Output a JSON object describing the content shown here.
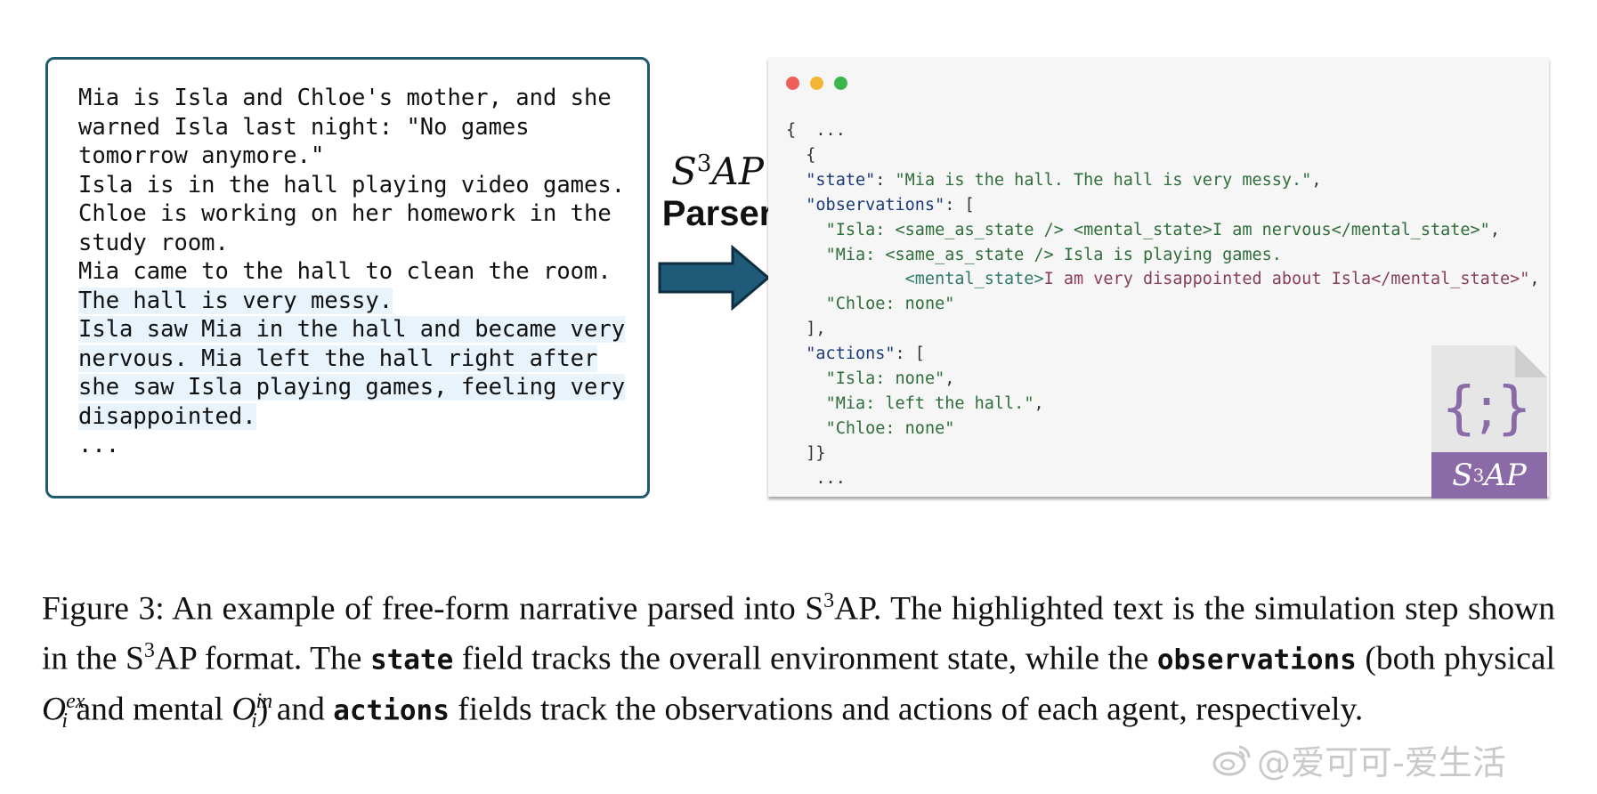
{
  "narrative": {
    "lines": [
      "Mia is Isla and Chloe's mother, and she",
      "warned Isla last night: \"No games",
      "tomorrow anymore.\"",
      "Isla is in the hall playing video games.",
      "Chloe is working on her homework in the",
      "study room.",
      "Mia came to the hall to clean the room.",
      "The hall is very messy.",
      "Isla saw Mia in the hall and became very",
      "nervous. Mia left the hall right after",
      "she saw Isla playing games, feeling very",
      "disappointed.",
      "..."
    ],
    "highlight_color": "#e8f3fb",
    "border_color": "#1f5a6e"
  },
  "parser": {
    "title": "S",
    "title_sup": "3",
    "title_rest": "AP",
    "label": "Parser",
    "arrow_color": "#1f5a78"
  },
  "code_window": {
    "dot_colors": [
      "#ee5f5b",
      "#f3b632",
      "#3cb54a"
    ],
    "lines": {
      "l1": "{  ...",
      "l2": "  {",
      "state_key": "\"state\"",
      "state_val": "\"Mia is the hall. The hall is very messy.\"",
      "obs_key": "\"observations\"",
      "obs_open": ": [",
      "obs_isla_a": "\"Isla: <same_as_state /> <mental_state>",
      "obs_isla_b": "I am nervous",
      "obs_isla_c": "</mental_state>\"",
      "obs_mia_a": "\"Mia: <same_as_state /> Isla is playing games.",
      "obs_mia_tag_open": "<mental_state>",
      "obs_mia_text": "I am very disappointed about Isla",
      "obs_mia_tag_close": "</mental_state>\"",
      "obs_chloe": "\"Chloe: none\"",
      "obs_close": "  ],",
      "act_key": "\"actions\"",
      "act_open": ": [",
      "act_isla": "\"Isla: none\"",
      "act_mia": "\"Mia: left the hall.\"",
      "act_chloe": "\"Chloe: none\"",
      "act_close": "  ]}",
      "end": "   ..."
    }
  },
  "file_icon": {
    "symbol": "{;}",
    "label": "S",
    "label_sup": "3",
    "label_rest": "AP",
    "page_color": "#e6e6e6",
    "symbol_color": "#8b6aa8",
    "band_color": "#8b6aa8"
  },
  "caption": {
    "p1": "Figure 3: An example of free-form narrative parsed into S",
    "p1_sup": "3",
    "p2": "AP. The highlighted text is the simulation step shown in the S",
    "p2_sup": "3",
    "p3": "AP format. The ",
    "state": "state",
    "p4": " field tracks the overall environment state, while the ",
    "observations": "observations",
    "p5": " (both physical ",
    "o": "O",
    "ex_sub": "i",
    "ex_sup": "ex",
    "p6": " and mental ",
    "in_sub": "i",
    "in_sup": "in",
    "p7": ") and ",
    "actions": "actions",
    "p8": " fields track the observations and actions of each agent, respectively."
  },
  "watermark": {
    "text": "@爱可可-爱生活"
  }
}
